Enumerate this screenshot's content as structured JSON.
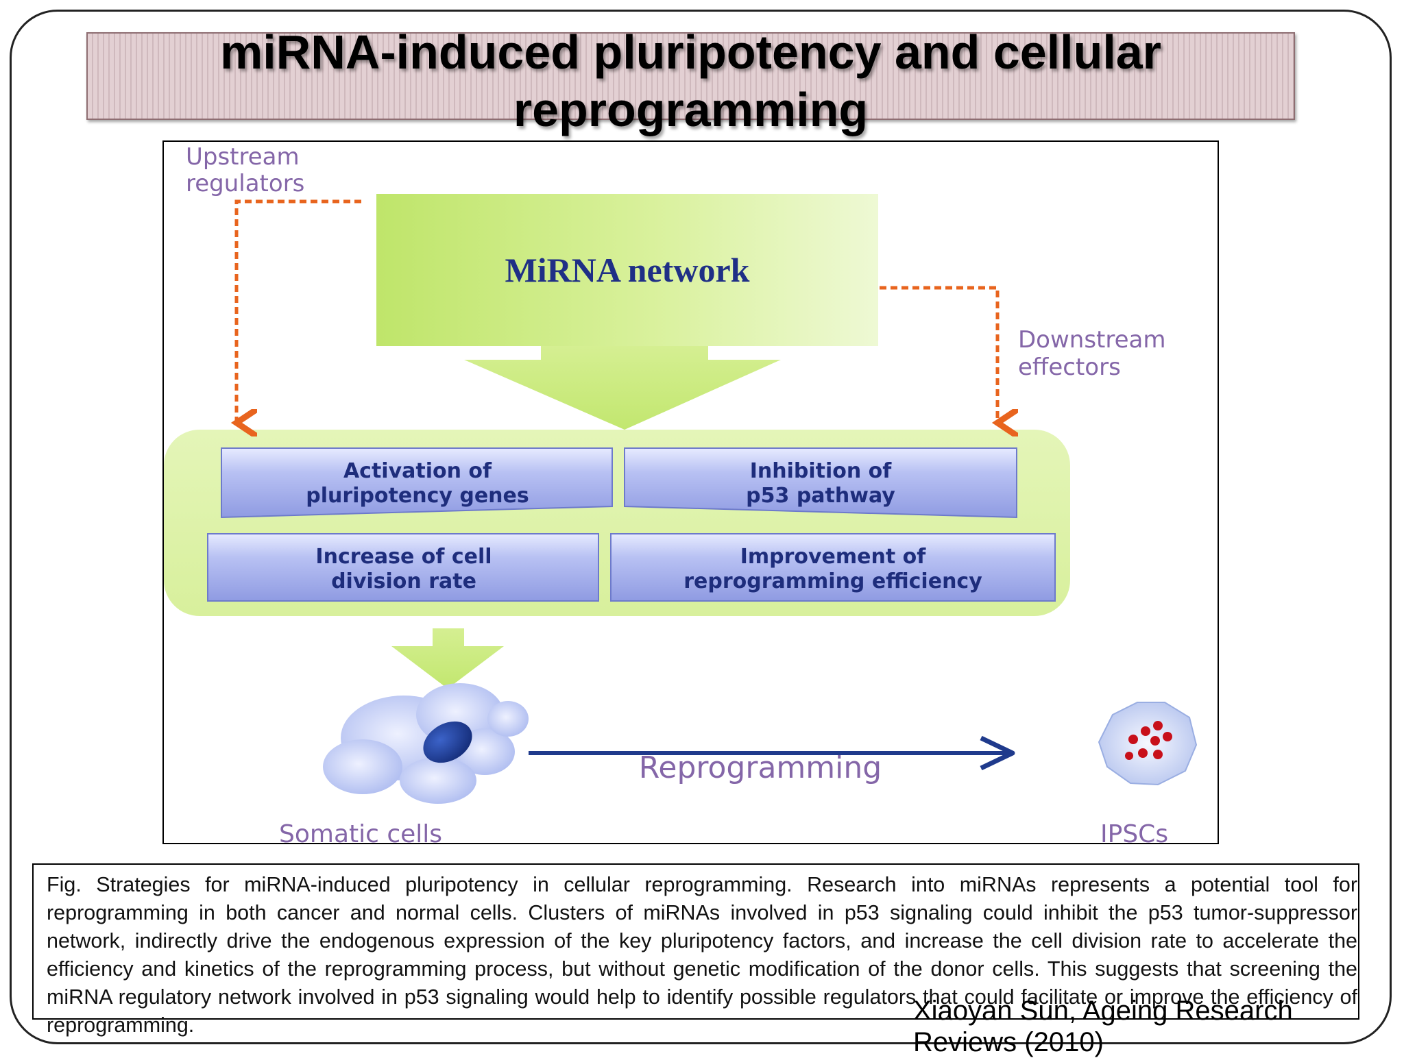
{
  "slide": {
    "title": "miRNA-induced pluripotency and cellular reprogramming"
  },
  "figure": {
    "upstream_label": [
      "Upstream",
      "regulators"
    ],
    "downstream_label": [
      "Downstream",
      "effectors"
    ],
    "network_label": "MiRNA network",
    "boxes": [
      [
        "Activation of",
        "pluripotency genes"
      ],
      [
        "Inhibition of",
        "p53 pathway"
      ],
      [
        "Increase of cell",
        "division rate"
      ],
      [
        "Improvement of",
        "reprogramming efficiency"
      ]
    ],
    "process_label": "Reprogramming",
    "source_label": "Somatic cells",
    "target_label": "IPSCs"
  },
  "caption": "Fig. Strategies for miRNA-induced pluripotency in cellular reprogramming. Research into miRNAs represents a potential tool for reprogramming in both cancer and normal cells. Clusters of miRNAs involved in p53 signaling could inhibit the p53 tumor-suppressor network, indirectly drive the endogenous expression of the key pluripotency factors, and increase the cell division rate to accelerate the efficiency and kinetics of the reprogramming process, but without genetic modification of the donor cells. This suggests that screening the miRNA regulatory network involved in p53 signaling would help to identify possible regulators that could facilitate or improve the efficiency of reprogramming.",
  "citation": "Xiaoyan Sun, Ageing Research Reviews (2010)",
  "colors": {
    "title_banner": "#e3d0d3",
    "green_light": "#dff3b0",
    "green_strong": "#b9e35b",
    "box_blue": "#aab4ee",
    "dashed_orange": "#e8641e",
    "label_purple": "#8466a8",
    "network_text": "#1f2f86",
    "arrow_navy": "#1f3a8c",
    "cell_body": "#c9d3f4",
    "nucleus": "#1d3d9c",
    "ipsc_dot": "#c8101a"
  }
}
